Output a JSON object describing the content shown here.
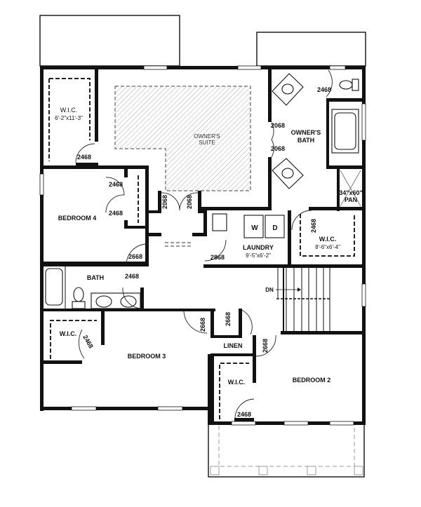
{
  "plan": {
    "rooms": {
      "wic_owner": {
        "name": "W.I.C.",
        "size": "6'-2\"x11'-3\""
      },
      "owners_suite": {
        "name_line1": "OWNER'S",
        "name_line2": "SUITE"
      },
      "owners_bath": {
        "name_line1": "OWNER'S",
        "name_line2": "BATH"
      },
      "shower_pan": {
        "line1": "34\"x60\"",
        "line2": "PAN"
      },
      "bedroom4": {
        "name": "BEDROOM 4"
      },
      "laundry": {
        "name": "LAUNDRY",
        "size": "9'-5\"x6'-2\""
      },
      "washer": {
        "label": "W"
      },
      "dryer": {
        "label": "D"
      },
      "wic_bath": {
        "name": "W.I.C.",
        "size": "8'-6\"x6'-4\""
      },
      "bath": {
        "name": "BATH"
      },
      "wic_bed3": {
        "name": "W.I.C."
      },
      "bedroom3": {
        "name": "BEDROOM 3"
      },
      "linen": {
        "name": "LINEN"
      },
      "wic_bed2": {
        "name": "W.I.C."
      },
      "bedroom2": {
        "name": "BEDROOM 2"
      },
      "stairs": {
        "direction": "DN"
      }
    },
    "doors": {
      "wic_owner": "2468",
      "owners_bath_wc": "2468",
      "owners_bath_top": "2068",
      "owners_bath_bottom": "2068",
      "bed4_closet_top": "2468",
      "bed4_closet_bottom": "2468",
      "suite_left": "2068",
      "suite_right": "2068",
      "bed4_entry": "2668",
      "laundry_entry": "2868",
      "wic_bath": "2468",
      "bath_entry": "2468",
      "bed3_entry": "2668",
      "linen_hall": "2668",
      "wic_bed3": "2468",
      "bed2_entry": "2668",
      "wic_bed2": "2468"
    }
  }
}
